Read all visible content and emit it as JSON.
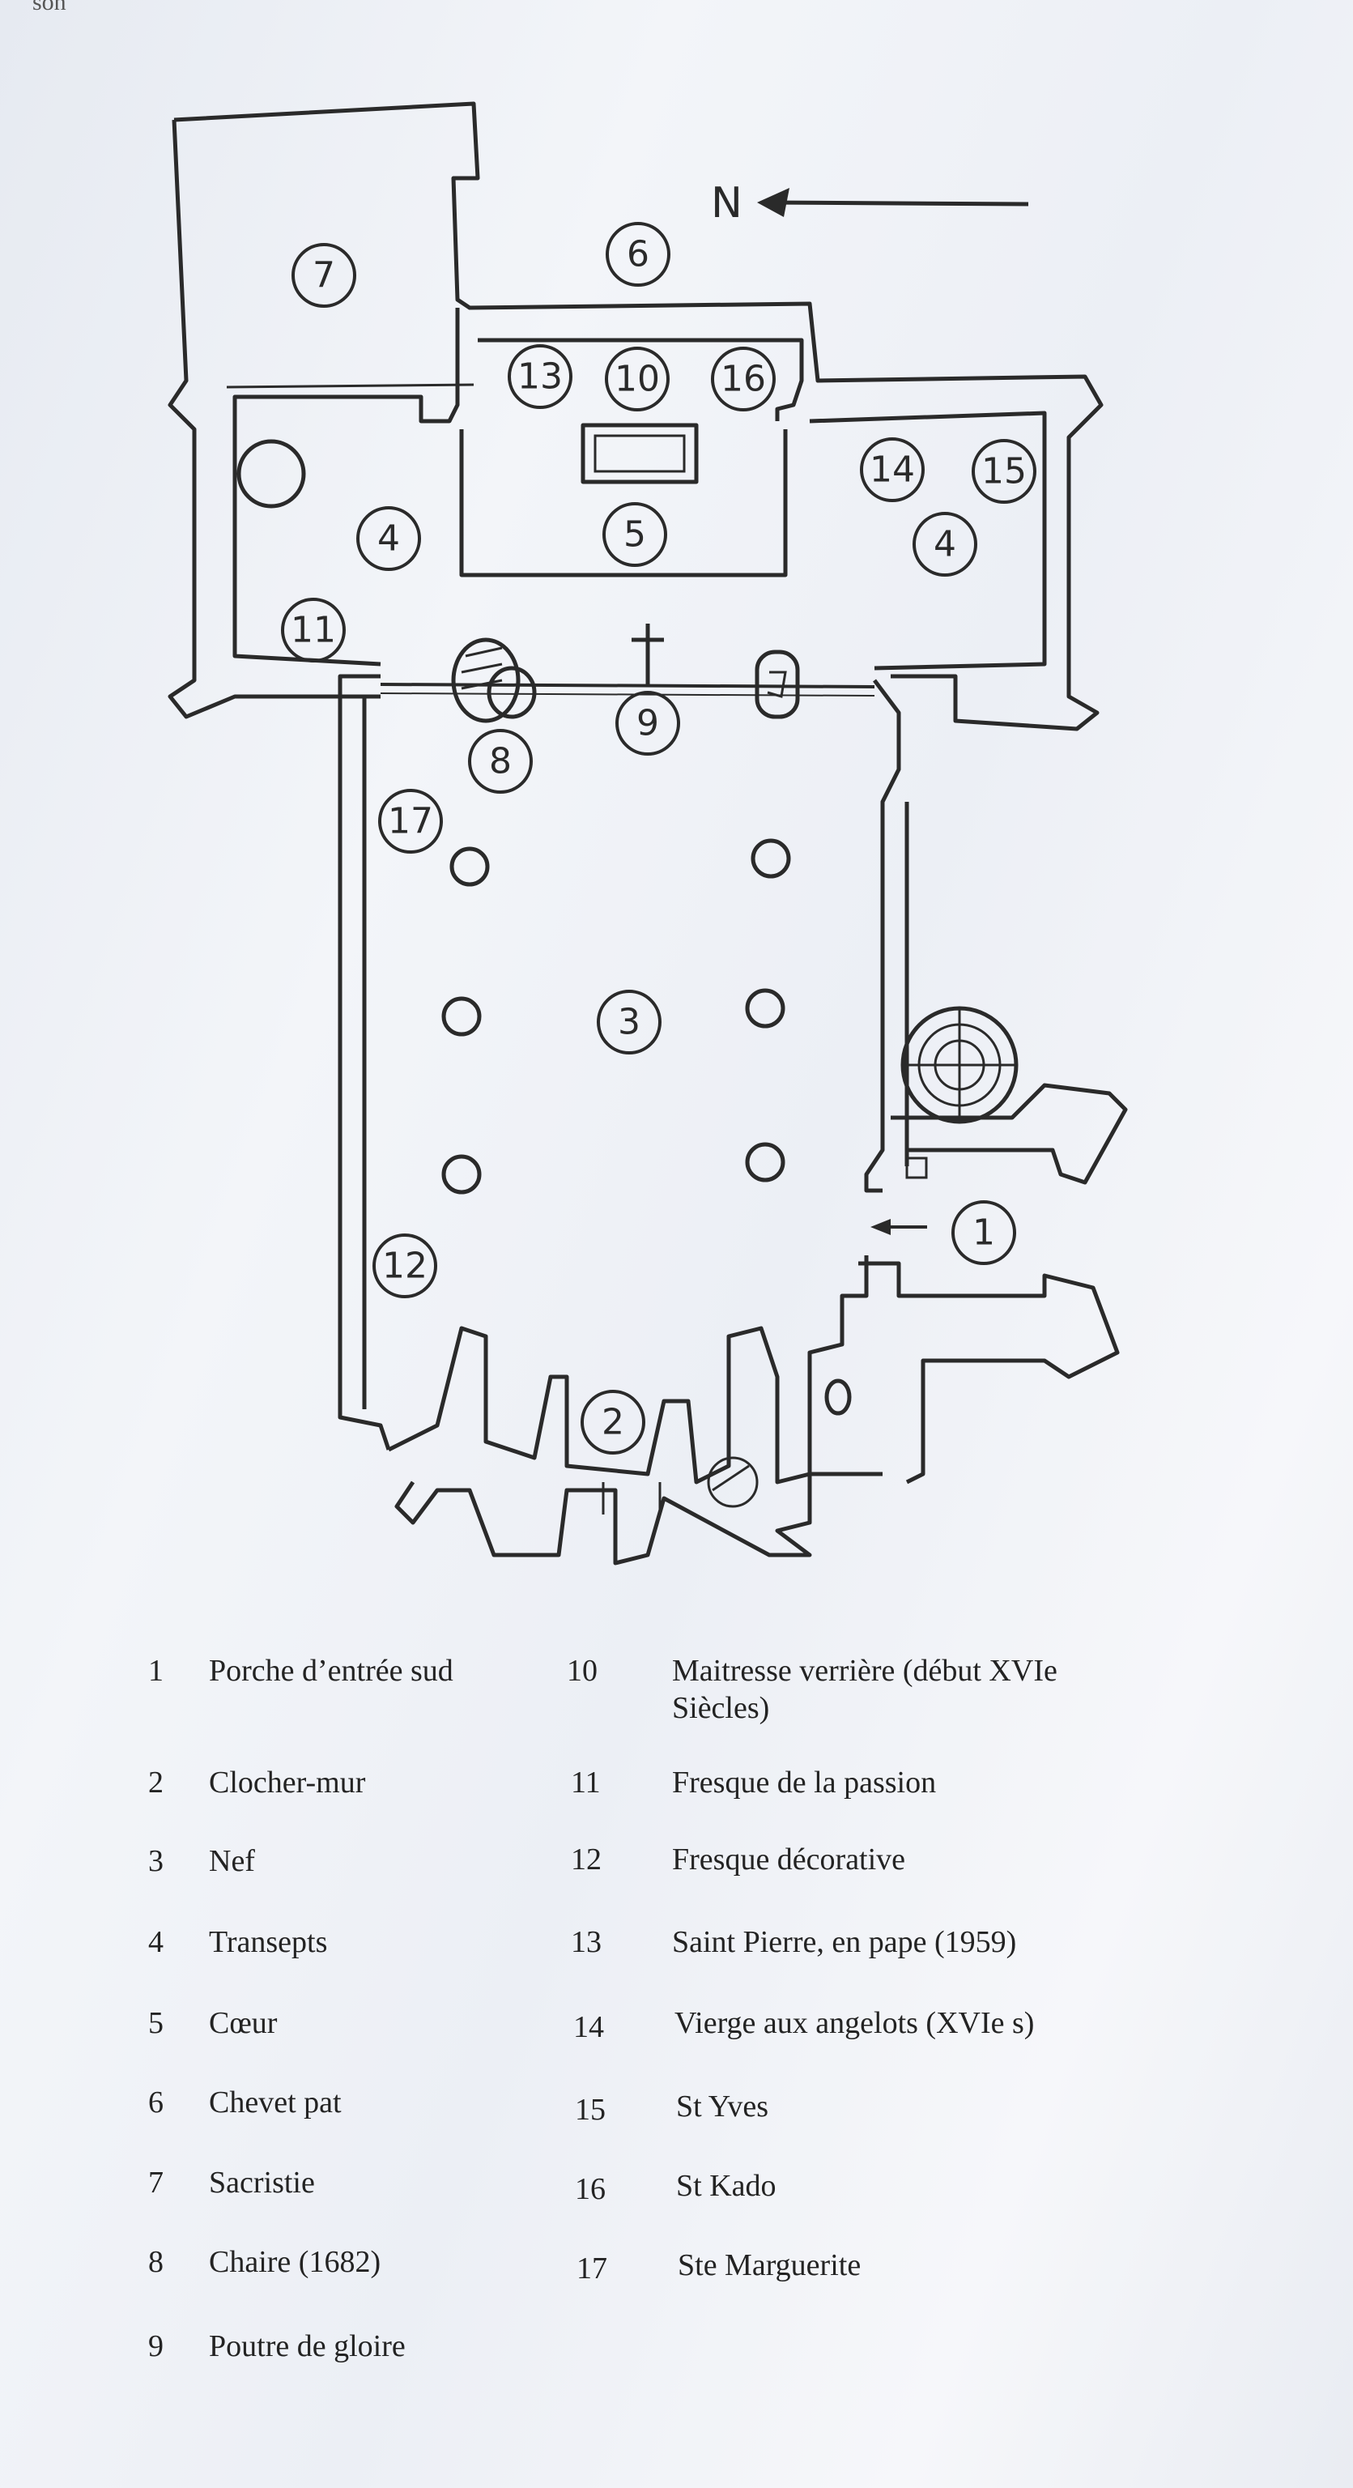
{
  "corner_fragment": "son",
  "north_label": "N",
  "plan_numbers": [
    {
      "n": "1"
    },
    {
      "n": "2"
    },
    {
      "n": "3"
    },
    {
      "n": "4"
    },
    {
      "n": "4"
    },
    {
      "n": "5"
    },
    {
      "n": "6"
    },
    {
      "n": "7"
    },
    {
      "n": "8"
    },
    {
      "n": "9"
    },
    {
      "n": "10"
    },
    {
      "n": "11"
    },
    {
      "n": "12"
    },
    {
      "n": "13"
    },
    {
      "n": "14"
    },
    {
      "n": "15"
    },
    {
      "n": "16"
    },
    {
      "n": "17"
    }
  ],
  "legend": [
    {
      "num": "1",
      "label": "Porche d’entrée sud"
    },
    {
      "num": "2",
      "label": "Clocher-mur"
    },
    {
      "num": "3",
      "label": "Nef"
    },
    {
      "num": "4",
      "label": "Transepts"
    },
    {
      "num": "5",
      "label": "Cœur"
    },
    {
      "num": "6",
      "label": "Chevet pat"
    },
    {
      "num": "7",
      "label": "Sacristie"
    },
    {
      "num": "8",
      "label": "Chaire (1682)"
    },
    {
      "num": "9",
      "label": "Poutre de gloire"
    },
    {
      "num": "10",
      "label": "Maitresse verrière (début XVIe Siècles)"
    },
    {
      "num": "11",
      "label": "Fresque de la passion"
    },
    {
      "num": "12",
      "label": "Fresque décorative"
    },
    {
      "num": "13",
      "label": "Saint Pierre, en pape (1959)"
    },
    {
      "num": "14",
      "label": "Vierge aux angelots (XVIe s)"
    },
    {
      "num": "15",
      "label": "St Yves"
    },
    {
      "num": "16",
      "label": "St Kado"
    },
    {
      "num": "17",
      "label": "Ste Marguerite"
    }
  ]
}
